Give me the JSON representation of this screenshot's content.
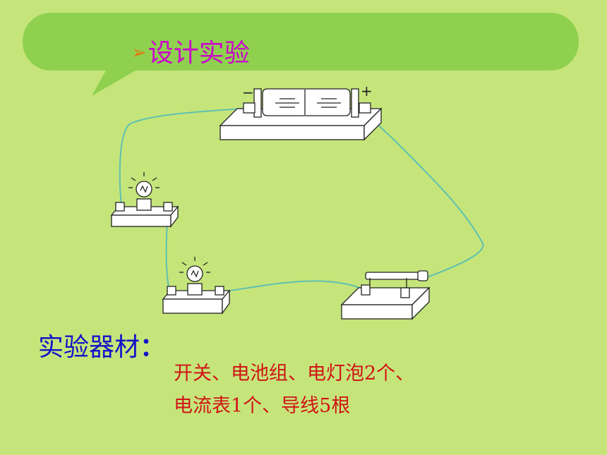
{
  "slide": {
    "heading": "设计实验",
    "heading_bullet": "➢",
    "materials_label": "实验器材",
    "materials_colon": "：",
    "materials_line1": "开关、电池组、电灯泡2个、",
    "materials_line2": "电流表1个、导线5根"
  },
  "diagram": {
    "battery_minus": "−",
    "battery_plus": "+"
  },
  "colors": {
    "background": "#c5e57b",
    "bubble": "#8fd14f",
    "heading": "#cc00cc",
    "bullet": "#e07a10",
    "label": "#1313c8",
    "materials": "#d01414",
    "wire": "#5fc0b0"
  }
}
